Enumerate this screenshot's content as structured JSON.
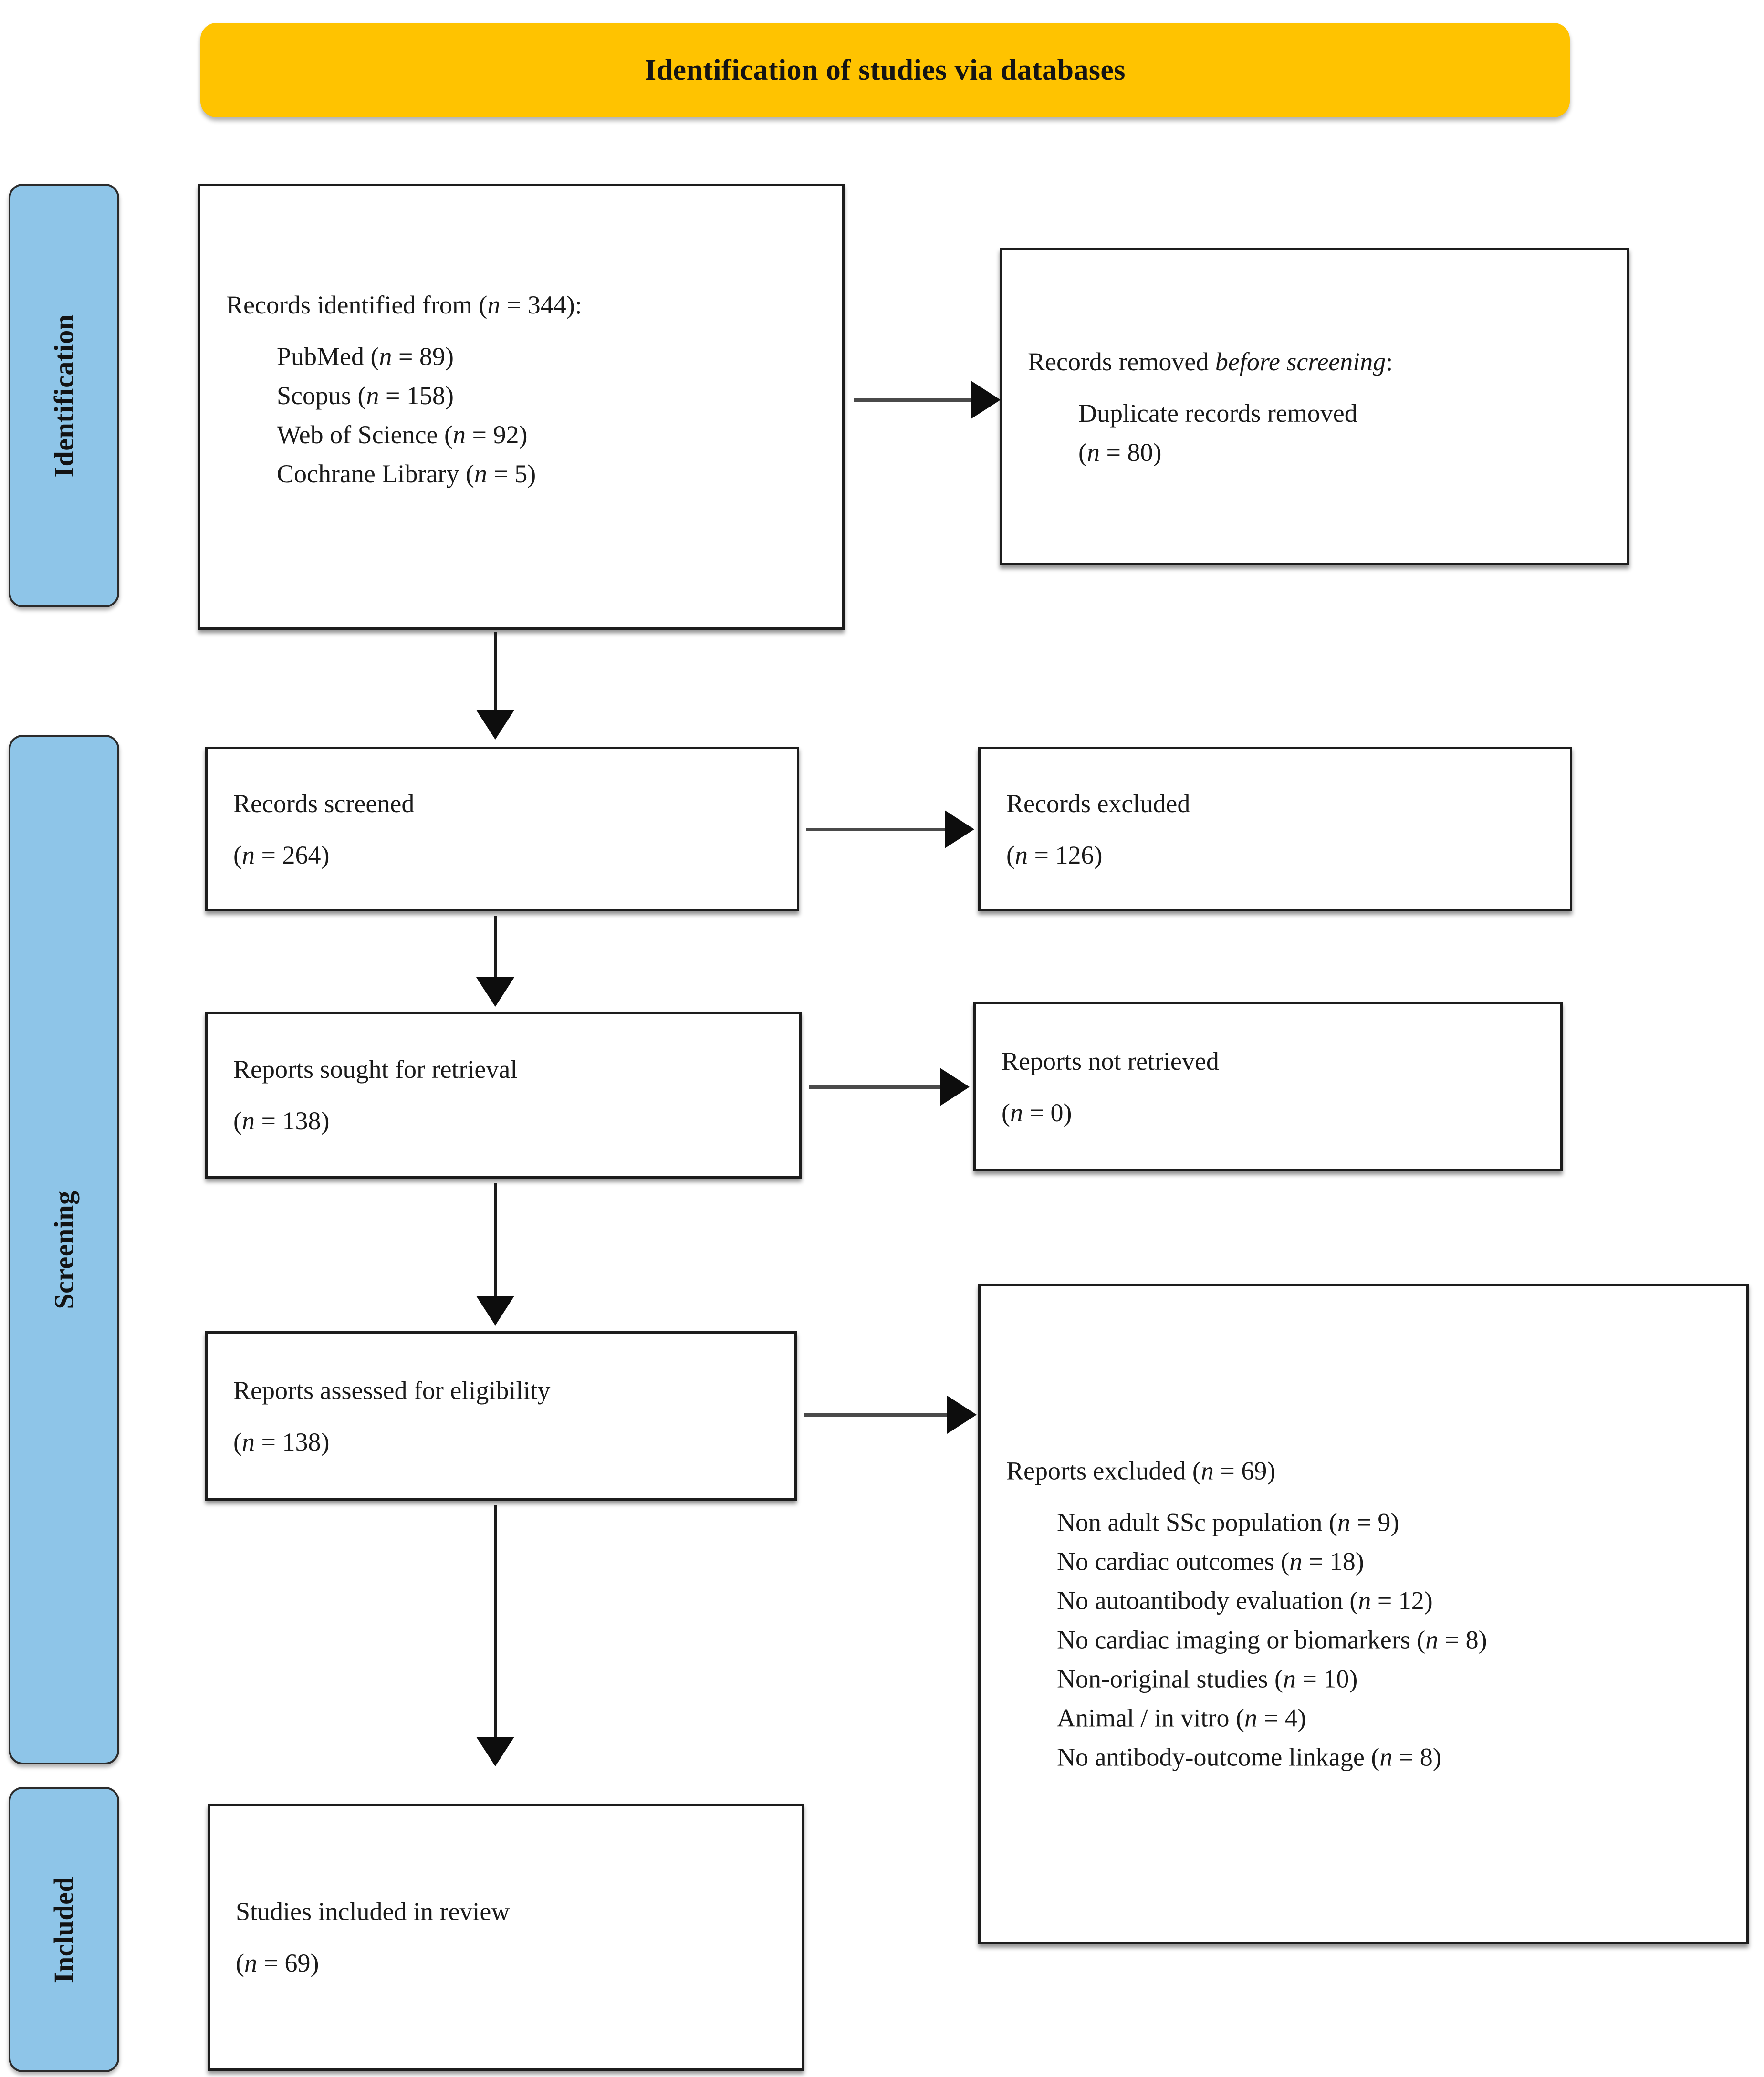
{
  "banner": {
    "title": "Identification of studies via databases",
    "color": "#FFC300"
  },
  "rails": {
    "color": "#8EC5E8",
    "identification": "Identification",
    "screening": "Screening",
    "included": "Included"
  },
  "boxes": {
    "identified": {
      "heading": "Records identified from (n = 344):",
      "items": [
        "PubMed (n = 89)",
        "Scopus (n = 158)",
        "Web of Science (n = 92)",
        "Cochrane Library (n = 5)"
      ]
    },
    "removed": {
      "heading_a": "Records removed ",
      "heading_em": "before screening",
      "heading_b": ":",
      "item": "Duplicate records removed",
      "count": "(n = 80)"
    },
    "screened": {
      "label": "Records screened",
      "count": "(n = 264)"
    },
    "excluded": {
      "label": "Records excluded",
      "count": "(n = 126)"
    },
    "sought": {
      "label": "Reports sought for retrieval",
      "count": "(n = 138)"
    },
    "notretrieved": {
      "label": "Reports not retrieved",
      "count": "(n = 0)"
    },
    "assessed": {
      "label": "Reports assessed for eligibility",
      "count": "(n = 138)"
    },
    "reports_excluded": {
      "heading": "Reports excluded (n = 69)",
      "reasons": [
        "Non adult SSc population (n = 9)",
        "No cardiac outcomes (n = 18)",
        "No autoantibody evaluation (n = 12)",
        "No cardiac imaging or biomarkers (n = 8)",
        "Non-original studies (n = 10)",
        "Animal / in vitro (n = 4)",
        "No antibody-outcome linkage (n = 8)"
      ]
    },
    "included": {
      "label": "Studies included in review",
      "count": "(n = 69)"
    }
  },
  "chart_data": {
    "type": "diagram",
    "title": "Identification of studies via databases",
    "stages": [
      "Identification",
      "Screening",
      "Included"
    ],
    "nodes": [
      {
        "id": "identified",
        "stage": "Identification",
        "label": "Records identified from",
        "n": 344,
        "breakdown": [
          {
            "source": "PubMed",
            "n": 89
          },
          {
            "source": "Scopus",
            "n": 158
          },
          {
            "source": "Web of Science",
            "n": 92
          },
          {
            "source": "Cochrane Library",
            "n": 5
          }
        ]
      },
      {
        "id": "removed",
        "stage": "Identification",
        "label": "Records removed before screening: Duplicate records removed",
        "n": 80
      },
      {
        "id": "screened",
        "stage": "Screening",
        "label": "Records screened",
        "n": 264
      },
      {
        "id": "excluded",
        "stage": "Screening",
        "label": "Records excluded",
        "n": 126
      },
      {
        "id": "sought",
        "stage": "Screening",
        "label": "Reports sought for retrieval",
        "n": 138
      },
      {
        "id": "notretrieved",
        "stage": "Screening",
        "label": "Reports not retrieved",
        "n": 0
      },
      {
        "id": "assessed",
        "stage": "Screening",
        "label": "Reports assessed for eligibility",
        "n": 138
      },
      {
        "id": "reports_excluded",
        "stage": "Screening",
        "label": "Reports excluded",
        "n": 69,
        "breakdown": [
          {
            "reason": "Non adult SSc population",
            "n": 9
          },
          {
            "reason": "No cardiac outcomes",
            "n": 18
          },
          {
            "reason": "No autoantibody evaluation",
            "n": 12
          },
          {
            "reason": "No cardiac imaging or biomarkers",
            "n": 8
          },
          {
            "reason": "Non-original studies",
            "n": 10
          },
          {
            "reason": "Animal / in vitro",
            "n": 4
          },
          {
            "reason": "No antibody-outcome linkage",
            "n": 8
          }
        ]
      },
      {
        "id": "included",
        "stage": "Included",
        "label": "Studies included in review",
        "n": 69
      }
    ],
    "edges": [
      {
        "from": "identified",
        "to": "removed"
      },
      {
        "from": "identified",
        "to": "screened"
      },
      {
        "from": "screened",
        "to": "excluded"
      },
      {
        "from": "screened",
        "to": "sought"
      },
      {
        "from": "sought",
        "to": "notretrieved"
      },
      {
        "from": "sought",
        "to": "assessed"
      },
      {
        "from": "assessed",
        "to": "reports_excluded"
      },
      {
        "from": "assessed",
        "to": "included"
      }
    ]
  }
}
